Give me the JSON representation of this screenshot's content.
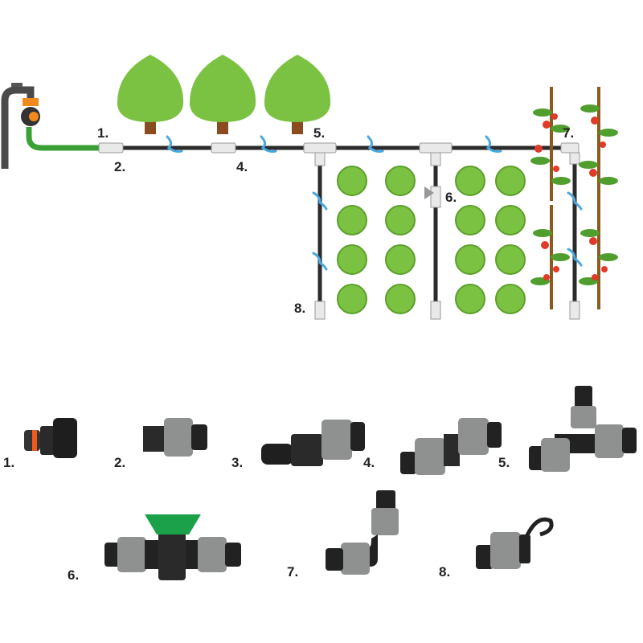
{
  "diagram": {
    "labels": [
      "1.",
      "2.",
      "4.",
      "5.",
      "6.",
      "7.",
      "8."
    ]
  },
  "products": [
    {
      "label": "1."
    },
    {
      "label": "2."
    },
    {
      "label": "3."
    },
    {
      "label": "4."
    },
    {
      "label": "5."
    },
    {
      "label": "6."
    },
    {
      "label": "7."
    },
    {
      "label": "8."
    }
  ],
  "colors": {
    "tree": "#7cc242",
    "trunk": "#8a4b1f",
    "pipe": "#2b2b2b",
    "hose": "#3aa035",
    "water": "#4aa8e0",
    "fitting_gray": "#8f9191",
    "valve_green": "#1aa14a",
    "tomato": "#e23a2a",
    "tap_orange": "#f08a1c"
  }
}
